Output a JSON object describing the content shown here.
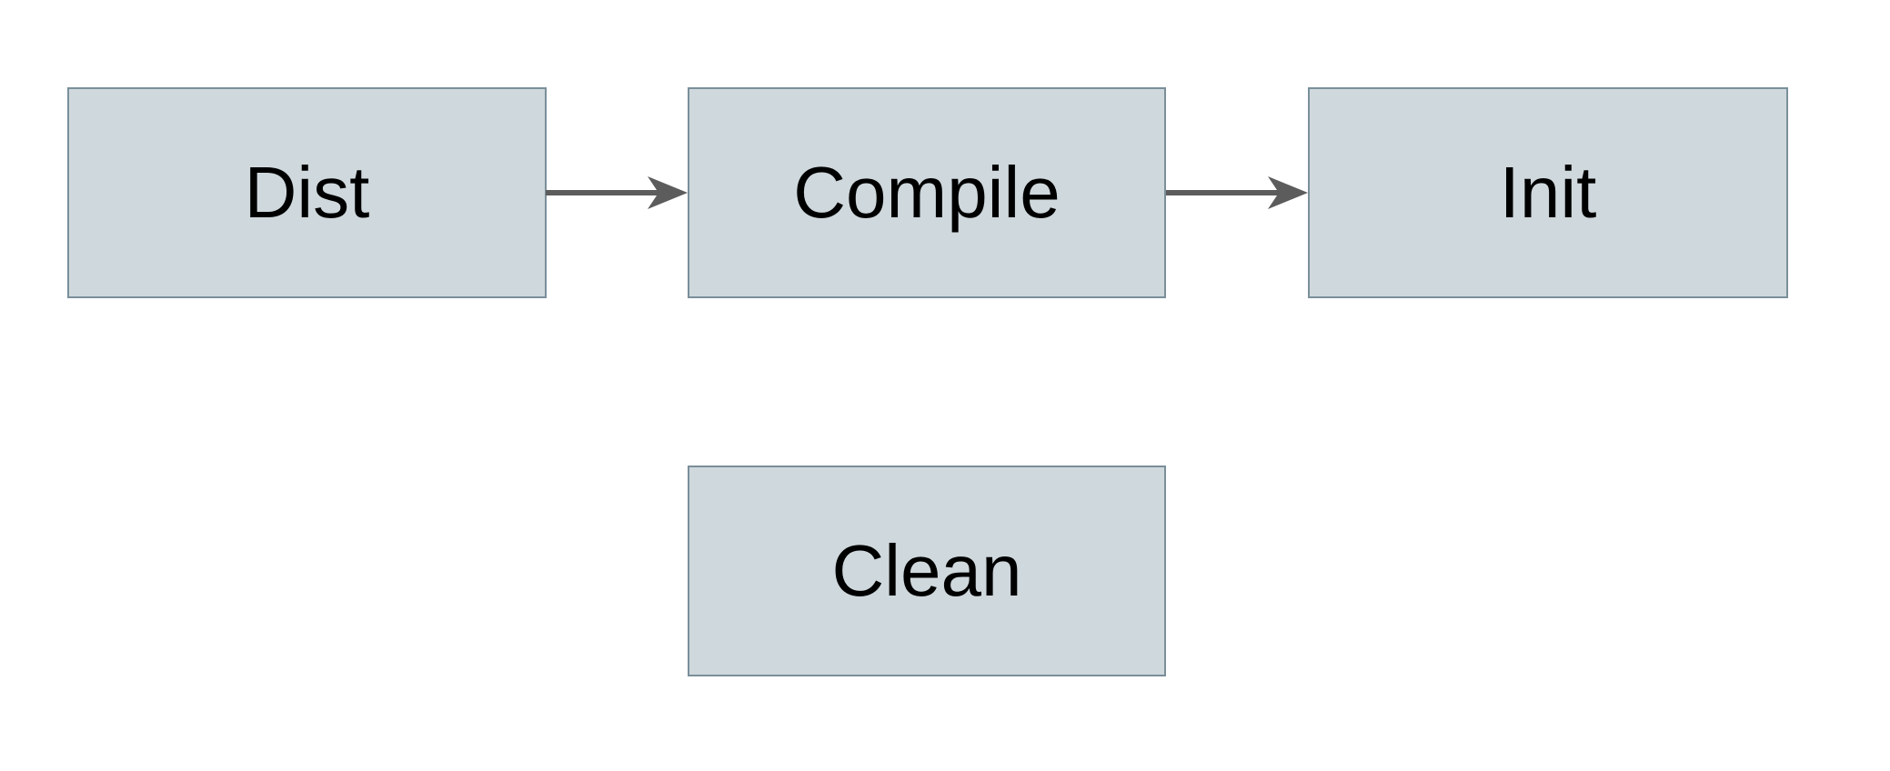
{
  "diagram": {
    "type": "flowchart",
    "nodes": [
      {
        "id": "dist",
        "label": "Dist"
      },
      {
        "id": "compile",
        "label": "Compile"
      },
      {
        "id": "init",
        "label": "Init"
      },
      {
        "id": "clean",
        "label": "Clean"
      }
    ],
    "edges": [
      {
        "from": "Dist",
        "to": "Compile",
        "style": "solid-arrow-right"
      },
      {
        "from": "Compile",
        "to": "Init",
        "style": "solid-arrow-right"
      }
    ],
    "colors": {
      "background": "#ffffff",
      "node_fill": "#cfd8dc",
      "node_border": "#7a8f9a",
      "connector": "#5c5c5c",
      "label_text": "#000000"
    }
  }
}
